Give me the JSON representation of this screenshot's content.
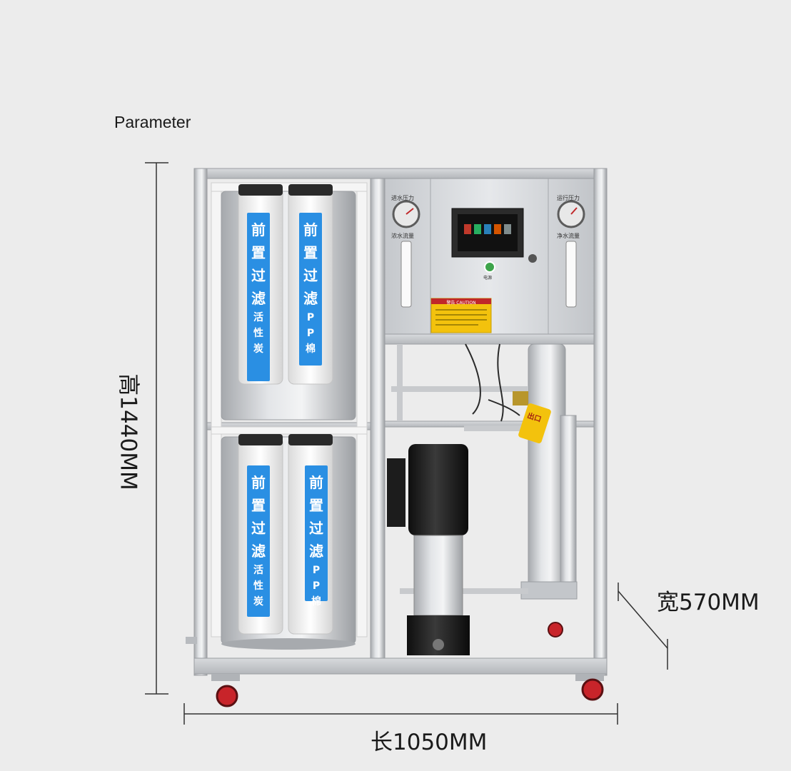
{
  "heading": "Parameter",
  "dimensions": {
    "height": "高1440MM",
    "width": "宽570MM",
    "length": "长1050MM"
  },
  "cartridges": [
    {
      "main": "前置过滤",
      "sub": "活性炭"
    },
    {
      "main": "前置过滤",
      "sub": "PP棉"
    },
    {
      "main": "前置过滤",
      "sub": "活性炭"
    },
    {
      "main": "前置过滤",
      "sub": "PP棉"
    }
  ],
  "panel": {
    "left_gauge_label": "进水压力",
    "left_flow_label": "浓水流量",
    "right_gauge_label": "运行压力",
    "right_flow_label": "净水流量",
    "button_label": "电源",
    "caution_title": "警告 CAUTION"
  },
  "tag": "出口",
  "colors": {
    "background": "#ececec",
    "frame": "#c9cbce",
    "label_blue": "#2a8fe3",
    "pump_black": "#1c1c1c",
    "caution_yellow": "#f3c20d",
    "wheel_red": "#c8242a"
  }
}
